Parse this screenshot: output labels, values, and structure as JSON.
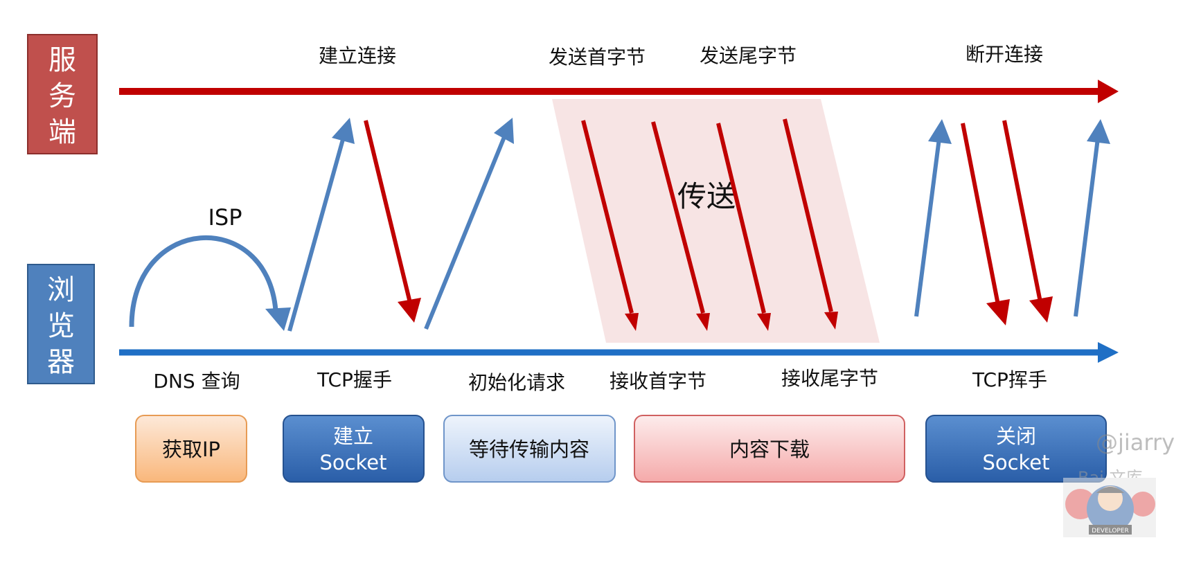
{
  "side_labels": {
    "server": [
      "服",
      "务",
      "端"
    ],
    "browser": [
      "浏",
      "览",
      "器"
    ]
  },
  "server_events": [
    "建立连接",
    "发送首字节",
    "发送尾字节",
    "断开连接"
  ],
  "browser_events": [
    "DNS 查询",
    "TCP握手",
    "初始化请求",
    "接收首字节",
    "接收尾字节",
    "TCP挥手"
  ],
  "isp_label": "ISP",
  "transfer_label": "传送",
  "stages": [
    {
      "line1": "获取IP",
      "line2": ""
    },
    {
      "line1": "建立",
      "line2": "Socket"
    },
    {
      "line1": "等待传输内容",
      "line2": ""
    },
    {
      "line1": "内容下载",
      "line2": ""
    },
    {
      "line1": "关闭",
      "line2": "Socket"
    }
  ],
  "watermark": {
    "handle": "@jiarry",
    "brand": "Bai 文库",
    "badge": "DEVELOPER"
  },
  "colors": {
    "server_red": "#c00000",
    "browser_blue": "#1f6fc5",
    "arrow_blue": "#4f81bd",
    "server_box": "#c0504d",
    "browser_box": "#4f81bd",
    "transfer_band": "#f7e4e4"
  }
}
